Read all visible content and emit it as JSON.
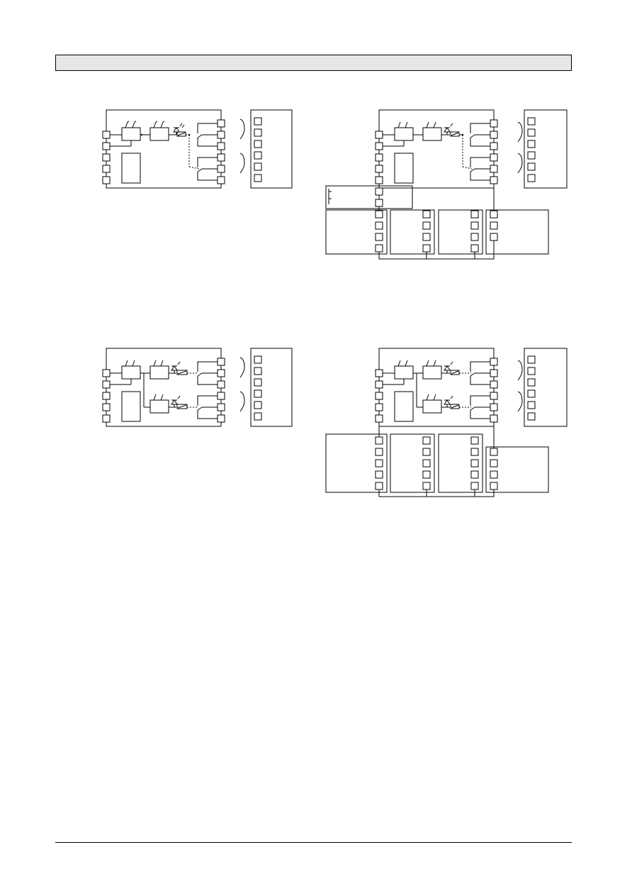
{
  "header": {
    "title": ""
  },
  "diagrams": [
    {
      "id": "top-left",
      "channels": 1,
      "extension": false
    },
    {
      "id": "top-right",
      "channels": 1,
      "extension": true
    },
    {
      "id": "bottom-left",
      "channels": 2,
      "extension": false
    },
    {
      "id": "bottom-right",
      "channels": 2,
      "extension": true
    }
  ],
  "footer": {
    "text": ""
  }
}
